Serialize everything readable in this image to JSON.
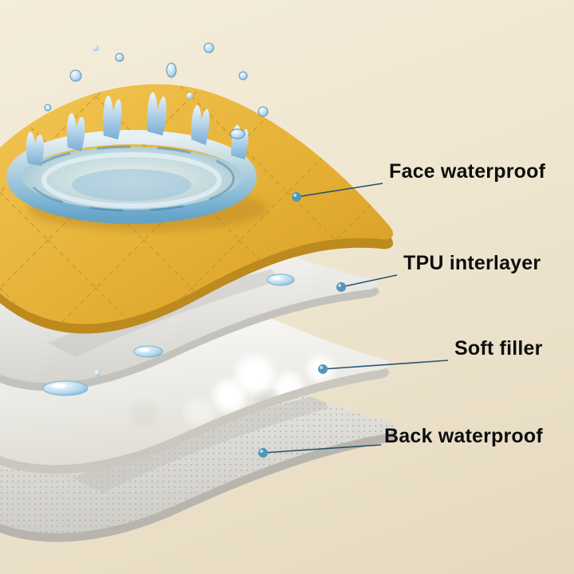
{
  "background": {
    "from": "#f4edda",
    "to": "#e5d8bf"
  },
  "accent_color": "#3e8bb0",
  "line_color": "#26536e",
  "callouts": [
    {
      "label": "Face waterproof"
    },
    {
      "label": "TPU interlayer"
    },
    {
      "label": "Soft filler"
    },
    {
      "label": "Back waterproof"
    }
  ],
  "layers": [
    {
      "name": "face-waterproof",
      "color": "#e7b63c"
    },
    {
      "name": "tpu-interlayer",
      "color": "#f3f2ef"
    },
    {
      "name": "soft-filler",
      "color": "#fbfaf6"
    },
    {
      "name": "back-waterproof",
      "color": "#e8e6e1"
    }
  ]
}
